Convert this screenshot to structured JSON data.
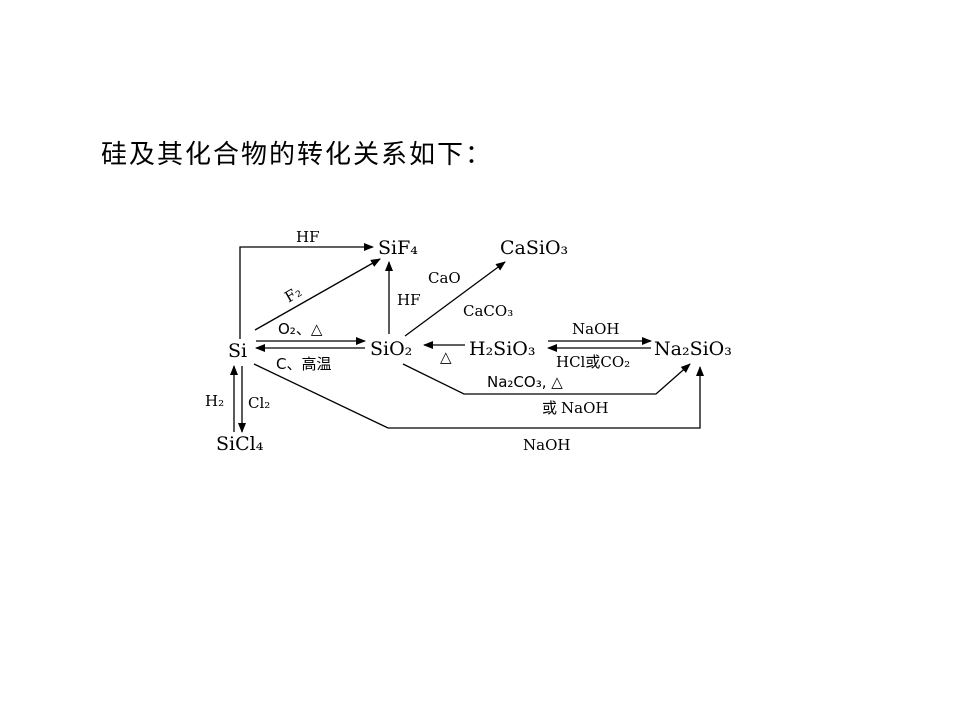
{
  "title": "硅及其化合物的转化关系如下：",
  "nodes": {
    "si": "Si",
    "sif4": "SiF₄",
    "sio2": "SiO₂",
    "casio3": "CaSiO₃",
    "h2sio3": "H₂SiO₃",
    "na2sio3": "Na₂SiO₃",
    "sicl4": "SiCl₄"
  },
  "labels": {
    "si_to_sif4_top": "HF",
    "si_to_sif4_diag": "F₂",
    "sio2_to_sif4": "HF",
    "sio2_to_casio3_a": "CaO",
    "sio2_to_casio3_b": "CaCO₃",
    "si_to_sio2": "O₂、△",
    "sio2_to_si": "C、高温",
    "h2sio3_to_sio2": "△",
    "h2sio3_to_na2sio3": "NaOH",
    "na2sio3_to_h2sio3_pre": "HCl",
    "na2sio3_to_h2sio3_cjk": "或",
    "na2sio3_to_h2sio3_post": "CO₂",
    "sio2_to_na2sio3_a": "Na₂CO₃, △",
    "sio2_to_na2sio3_b_cjk": "或",
    "sio2_to_na2sio3_b": "NaOH",
    "si_to_na2sio3": "NaOH",
    "sicl4_to_si": "H₂",
    "si_to_sicl4": "Cl₂"
  }
}
